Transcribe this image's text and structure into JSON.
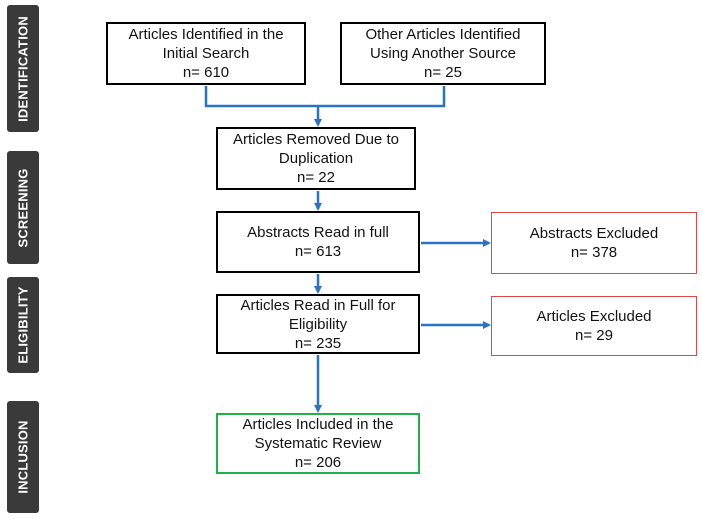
{
  "phases": {
    "identification": "IDENTIFICATION",
    "screening": "SCREENING",
    "eligibility": "ELIGIBILITY",
    "inclusion": "INCLUSION"
  },
  "boxes": {
    "initial_search": {
      "lines": [
        "Articles  Identified in the",
        "Initial Search"
      ],
      "count": "n= 610"
    },
    "other_source": {
      "lines": [
        "Other Articles Identified",
        "Using Another Source"
      ],
      "count": "n= 25"
    },
    "duplication": {
      "lines": [
        "Articles Removed Due to",
        "Duplication"
      ],
      "count": "n= 22"
    },
    "abstracts_read": {
      "lines": [
        "Abstracts Read in full"
      ],
      "count": "n= 613"
    },
    "abstracts_excluded": {
      "lines": [
        "Abstracts Excluded"
      ],
      "count": "n= 378"
    },
    "full_read": {
      "lines": [
        "Articles  Read in Full for",
        "Eligibility"
      ],
      "count": "n= 235"
    },
    "articles_excluded": {
      "lines": [
        "Articles Excluded"
      ],
      "count": "n= 29"
    },
    "included": {
      "lines": [
        "Articles  Included in the",
        "Systematic Review"
      ],
      "count": "n= 206"
    }
  },
  "colors": {
    "arrow": "#2b73c4",
    "phase_bg": "#3a3a3a",
    "excluded_border": "#e04848",
    "included_border": "#1fb24a"
  }
}
